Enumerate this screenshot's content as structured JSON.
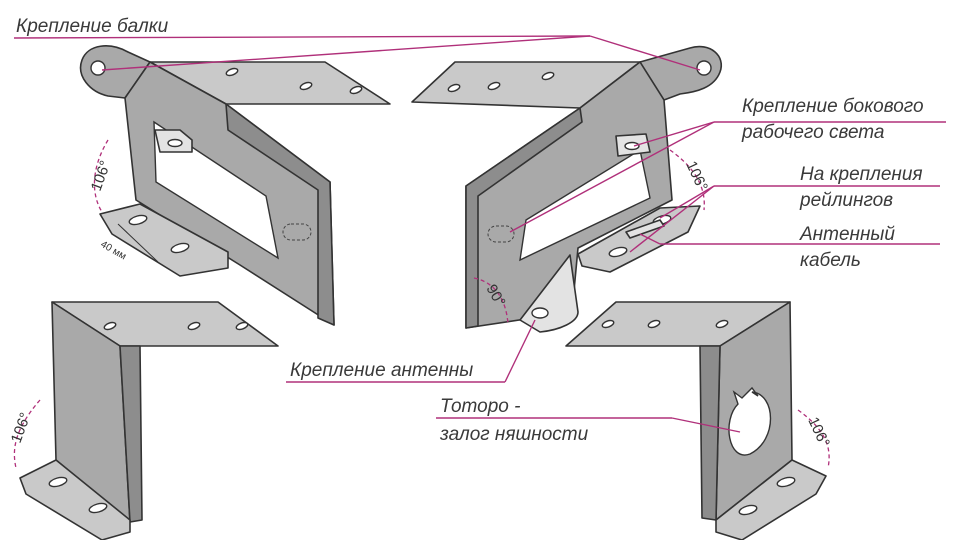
{
  "labels": {
    "beam_mount": "Крепление балки",
    "side_light_line1": "Крепление бокового",
    "side_light_line2": "рабочего света",
    "rails_line1": "На крепления",
    "rails_line2": "рейлингов",
    "antenna_cable_line1": "Антенный",
    "antenna_cable_line2": "кабель",
    "antenna_mount": "Крепление антенны",
    "totoro_line1": "Тоторо -",
    "totoro_line2": "залог няшности"
  },
  "angles": {
    "top_left": "106°",
    "top_right": "106°",
    "bottom_left": "106°",
    "bottom_right": "106°",
    "antenna": "90°"
  },
  "dimensions": {
    "slot_spacing": "40 мм"
  },
  "colors": {
    "accent": "#b0307a",
    "metal_light": "#c9c9c9",
    "metal_mid": "#a9a9a9",
    "metal_dark": "#8d8d8d",
    "text": "#3a3a3a"
  }
}
